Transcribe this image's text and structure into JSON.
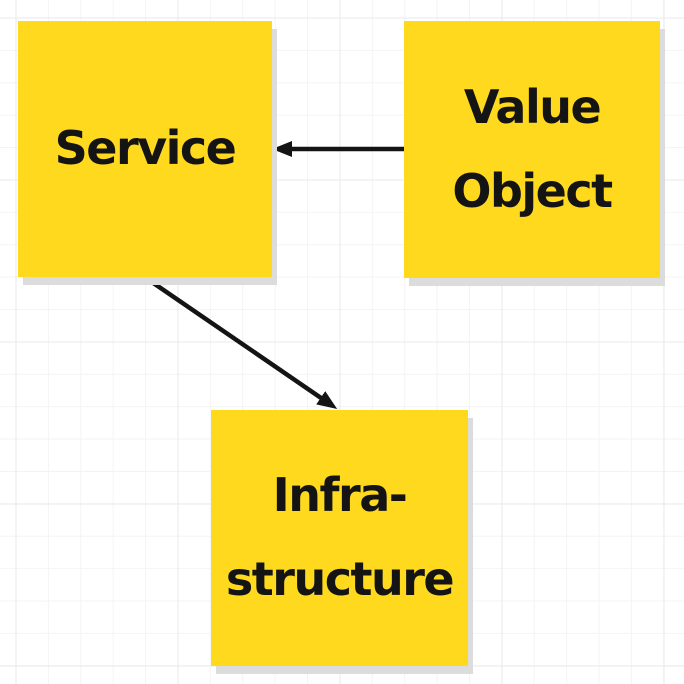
{
  "canvas": {
    "background_color": "#ffffff",
    "grid_minor_color": "#f4f4f4",
    "grid_major_color": "#eaeaea"
  },
  "notes": {
    "note_color": "#ffd91e",
    "shadow_color": "#dcdcdc",
    "text_color": "#141414",
    "service": {
      "lines": [
        "Service"
      ]
    },
    "value_object": {
      "lines": [
        "Value",
        "Object"
      ]
    },
    "infrastructure": {
      "lines": [
        "Infra-",
        "structure"
      ]
    }
  },
  "arrows": {
    "color": "#141414",
    "items": [
      {
        "name": "value-object-to-service",
        "from": "value_object",
        "to": "service",
        "direction": "left"
      },
      {
        "name": "service-to-infrastructure",
        "from": "service",
        "to": "infrastructure",
        "direction": "down-right"
      }
    ]
  }
}
